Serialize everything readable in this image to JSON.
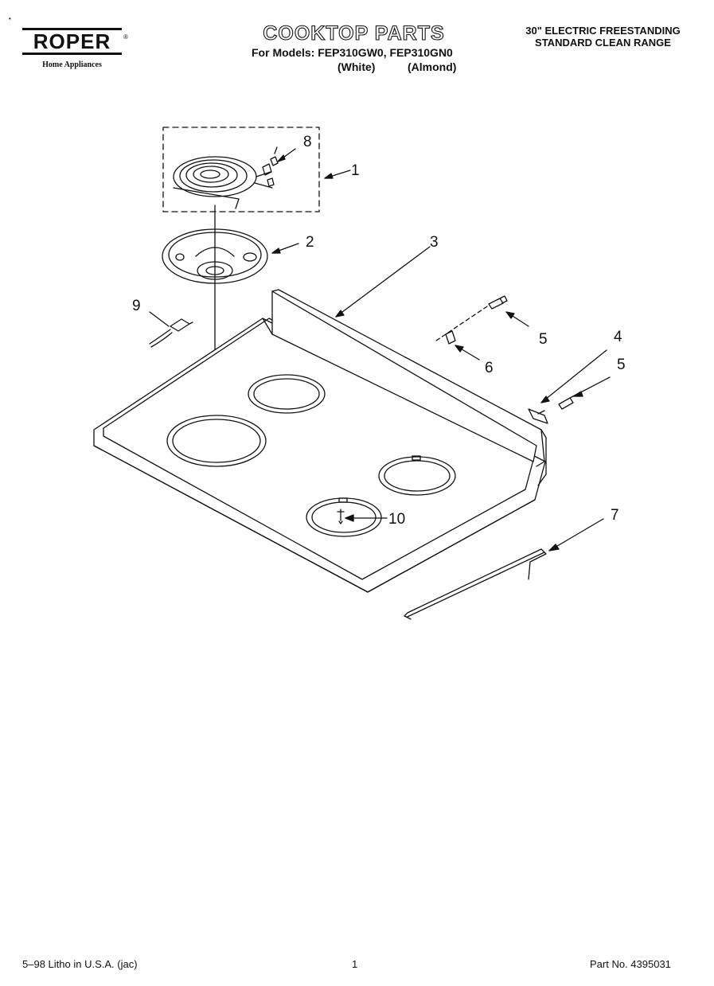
{
  "header": {
    "brand": "ROPER",
    "brand_tm": "®",
    "brand_sub": "Home Appliances",
    "title": "COOKTOP PARTS",
    "models_line": "For Models: FEP310GW0, FEP310GN0",
    "color_white": "(White)",
    "color_almond": "(Almond)",
    "range_line1": "30\" ELECTRIC FREESTANDING",
    "range_line2": "STANDARD CLEAN RANGE"
  },
  "callouts": {
    "c1": "1",
    "c2": "2",
    "c3": "3",
    "c4": "4",
    "c5a": "5",
    "c5b": "5",
    "c6": "6",
    "c7": "7",
    "c8": "8",
    "c9": "9",
    "c10": "10"
  },
  "footer": {
    "left": "5–98 Litho in U.S.A. (jac)",
    "page": "1",
    "part_no": "Part No. 4395031"
  }
}
